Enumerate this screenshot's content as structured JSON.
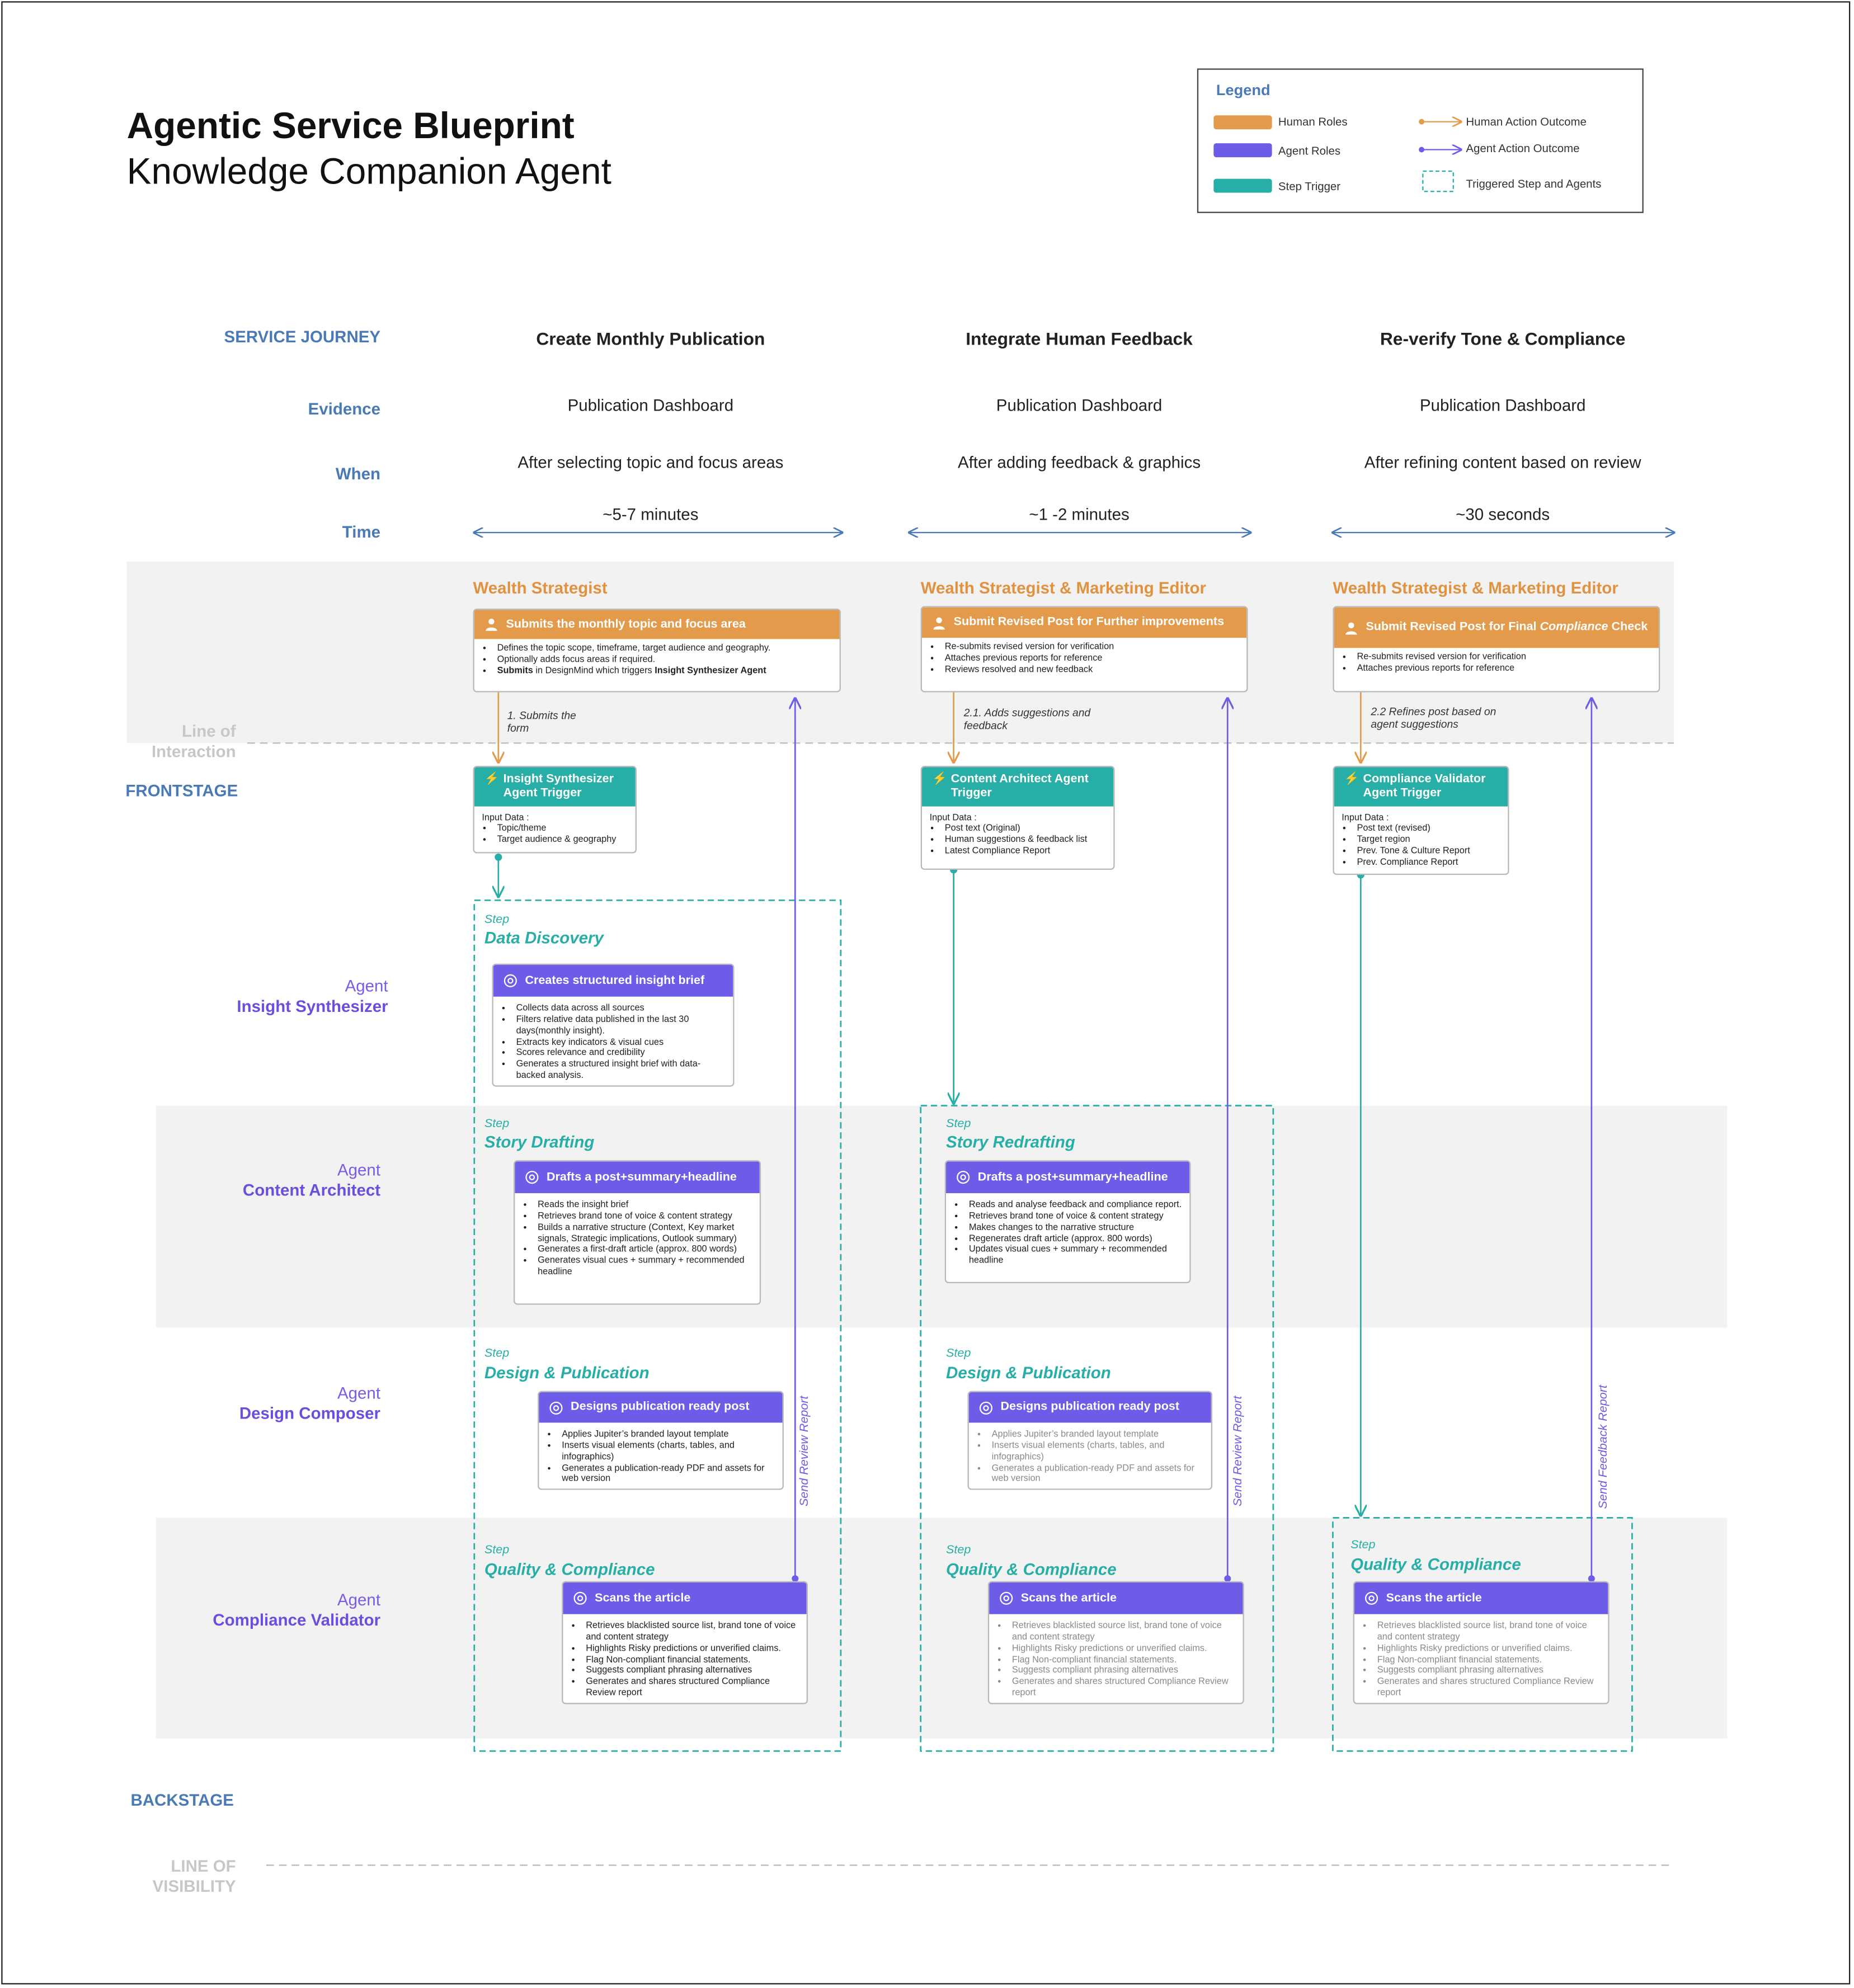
{
  "header": {
    "title": "Agentic Service Blueprint",
    "subtitle": "Knowledge Companion Agent"
  },
  "legend": {
    "title": "Legend",
    "human_roles": "Human Roles",
    "agent_roles": "Agent Roles",
    "step_trigger": "Step Trigger",
    "human_action_outcome": "Human Action Outcome",
    "agent_action_outcome": "Agent Action Outcome",
    "triggered_step": "Triggered Step and Agents"
  },
  "colors": {
    "human": "#e39b4b",
    "agent": "#6c5ce7",
    "trigger": "#27aea6",
    "label_blue": "#4a7ab5"
  },
  "rows": {
    "service_journey": "SERVICE JOURNEY",
    "evidence": "Evidence",
    "when": "When",
    "time": "Time",
    "line_of_interaction": "Line of Interaction",
    "frontstage": "FRONTSTAGE",
    "backstage": "BACKSTAGE",
    "line_of_visibility": "LINE OF VISIBILITY"
  },
  "columns": [
    {
      "title": "Create Monthly Publication",
      "evidence": "Publication Dashboard",
      "when": "After selecting topic and focus areas",
      "time": "~5-7 minutes"
    },
    {
      "title": "Integrate Human Feedback",
      "evidence": "Publication Dashboard",
      "when": "After adding feedback & graphics",
      "time": "~1 -2 minutes"
    },
    {
      "title": "Re-verify Tone & Compliance",
      "evidence": "Publication Dashboard",
      "when": "After refining content based on review",
      "time": "~30 seconds"
    }
  ],
  "agents": [
    {
      "label": "Agent",
      "name": "Insight Synthesizer"
    },
    {
      "label": "Agent",
      "name": "Content Architect"
    },
    {
      "label": "Agent",
      "name": "Design Composer"
    },
    {
      "label": "Agent",
      "name": "Compliance Validator"
    }
  ],
  "human": [
    {
      "role": "Wealth Strategist",
      "card_title": "Submits the monthly topic and focus area",
      "items": [
        "Defines the topic scope, timeframe, target audience and geography.",
        "Optionally adds focus areas if required."
      ],
      "item3_a": "Submits",
      "item3_b": " in DesignMind which triggers ",
      "item3_c": "Insight Synthesizer Agent",
      "note": "1. Submits the form"
    },
    {
      "role": "Wealth Strategist & Marketing Editor",
      "card_title": "Submit Revised Post for Further improvements",
      "items": [
        "Re-submits revised version for verification",
        "Attaches previous reports for reference",
        "Reviews resolved and new feedback"
      ],
      "note": "2.1. Adds suggestions and feedback"
    },
    {
      "role": "Wealth Strategist & Marketing Editor",
      "card_title_a": "Submit Revised Post for Final ",
      "card_title_b": "Compliance",
      "card_title_c": " Check",
      "items": [
        "Re-submits revised version for verification",
        "Attaches previous reports for reference"
      ],
      "note": "2.2 Refines post based on agent suggestions"
    }
  ],
  "triggers": [
    {
      "title": "Insight Synthesizer Agent Trigger",
      "input_label": "Input Data :",
      "items": [
        "Topic/theme",
        "Target audience & geography"
      ]
    },
    {
      "title": "Content Architect Agent Trigger",
      "input_label": "Input Data :",
      "items": [
        "Post text (Original)",
        "Human suggestions & feedback list",
        "Latest Compliance Report"
      ]
    },
    {
      "title": "Compliance Validator Agent Trigger",
      "input_label": "Input Data :",
      "items": [
        "Post text (revised)",
        "Target region",
        "Prev. Tone & Culture Report",
        "Prev. Compliance Report"
      ]
    }
  ],
  "steps": {
    "c1_discovery": {
      "label": "Step",
      "name": "Data Discovery",
      "card_title": "Creates structured insight brief",
      "items": [
        "Collects data across all sources",
        "Filters relative data published in the last 30 days(monthly insight).",
        "Extracts key indicators & visual cues",
        "Scores relevance and credibility",
        "Generates a structured insight brief with data-backed analysis."
      ]
    },
    "c1_story": {
      "label": "Step",
      "name": "Story Drafting",
      "card_title": "Drafts a post+summary+headline",
      "items": [
        "Reads the insight brief",
        "Retrieves brand tone of voice & content strategy",
        "Builds a narrative structure (Context, Key market signals, Strategic implications, Outlook summary)",
        "Generates a first-draft article (approx. 800 words)",
        "Generates visual cues + summary + recommended headline"
      ]
    },
    "c1_design": {
      "label": "Step",
      "name": "Design & Publication",
      "card_title": "Designs publication ready post",
      "items": [
        "Applies Jupiter’s branded layout template",
        "Inserts visual elements (charts, tables, and infographics)",
        "Generates a publication-ready PDF and assets for web version"
      ]
    },
    "c1_quality": {
      "label": "Step",
      "name": "Quality & Compliance",
      "card_title": "Scans the article",
      "items": [
        "Retrieves blacklisted source list, brand tone of voice and content strategy",
        "Highlights Risky predictions or unverified claims.",
        "Flag Non-compliant financial statements.",
        "Suggests compliant phrasing alternatives",
        "Generates and shares structured Compliance Review report"
      ]
    },
    "c2_story": {
      "label": "Step",
      "name": "Story Redrafting",
      "card_title": "Drafts a post+summary+headline",
      "items": [
        "Reads and analyse feedback and compliance report.",
        "Retrieves brand tone of voice & content strategy",
        "Makes changes to the narrative structure",
        "Regenerates draft article (approx. 800 words)",
        "Updates visual cues + summary + recommended headline"
      ]
    },
    "c2_design": {
      "label": "Step",
      "name": "Design & Publication",
      "card_title": "Designs publication ready post",
      "items": [
        "Applies Jupiter’s branded layout template",
        "Inserts visual elements (charts, tables, and infographics)",
        "Generates a publication-ready PDF and assets for web version"
      ]
    },
    "c2_quality": {
      "label": "Step",
      "name": "Quality & Compliance",
      "card_title": "Scans the article",
      "items": [
        "Retrieves blacklisted source list, brand tone of voice and content strategy",
        "Highlights Risky predictions or unverified claims.",
        "Flag Non-compliant financial statements.",
        "Suggests compliant phrasing alternatives",
        "Generates and shares structured Compliance Review report"
      ]
    },
    "c3_quality": {
      "label": "Step",
      "name": "Quality & Compliance",
      "card_title": "Scans the article",
      "items": [
        "Retrieves blacklisted source list, brand tone of voice and content strategy",
        "Highlights Risky predictions or unverified claims.",
        "Flag Non-compliant financial statements.",
        "Suggests compliant phrasing alternatives",
        "Generates and shares structured Compliance Review report"
      ]
    }
  },
  "side_labels": {
    "c1": "Send Review Report",
    "c2": "Send Review Report",
    "c3": "Send Feedback Report"
  }
}
